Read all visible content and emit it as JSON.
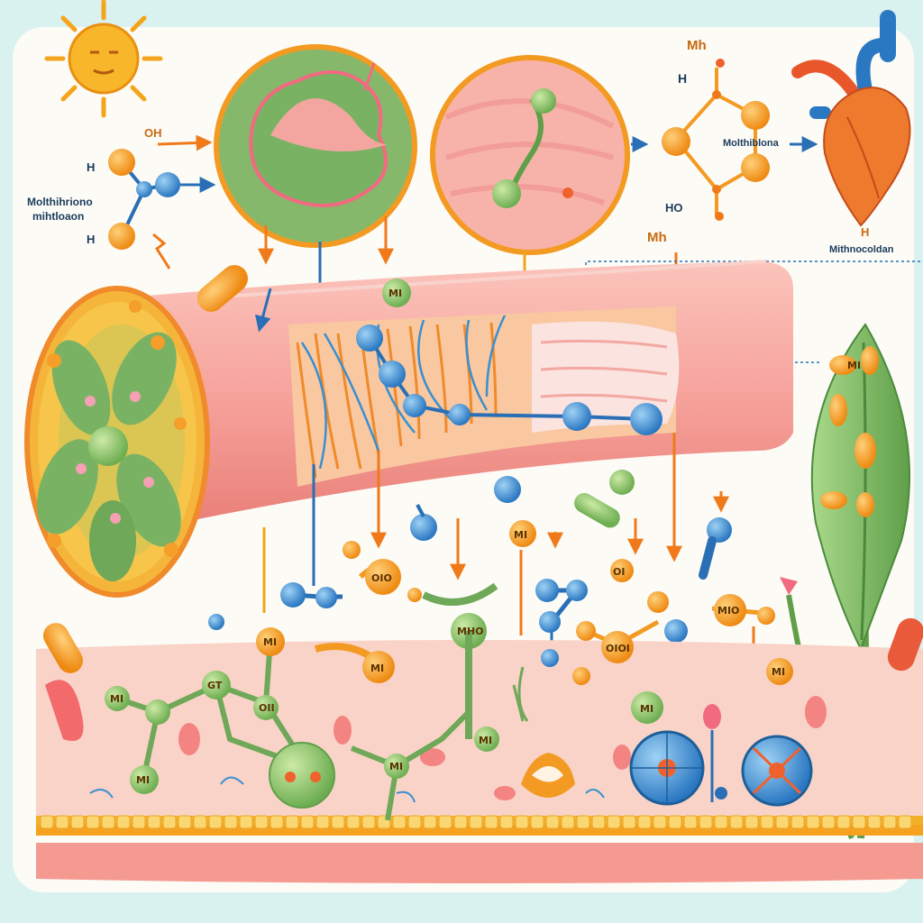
{
  "labels": {
    "top_left_name_line1": "Molthihriono",
    "top_left_name_line2": "mihtloaon",
    "top_left_oh": "OH",
    "top_left_h1": "H",
    "top_left_h2": "H",
    "ring_top": "Mh",
    "ring_h_top": "H",
    "ring_ho": "HO",
    "ring_bottom": "Mh",
    "ring_right_name": "Molthiblona",
    "heart_label_h": "H",
    "heart_label_name": "Mithnocoldan",
    "mol_1": "MI",
    "mol_2": "MI",
    "mol_3": "OI",
    "mol_4": "MI",
    "mol_5": "MI",
    "mol_6": "OII",
    "mol_7": "MI",
    "mol_8": "MHO",
    "mol_9": "MI",
    "mol_10": "OIO",
    "mol_11": "OIOI",
    "mol_12": "MIO",
    "mol_13": "MI",
    "mol_14": "MI",
    "mol_15": "MI",
    "mol_16": "MI",
    "mol_17": "MI",
    "mol_18": "GT"
  },
  "colors": {
    "background": "#d9f1ef",
    "panel": "#fdfbf6",
    "tissue_pink": "#f6a5a0",
    "tissue_light": "#f9d5cc",
    "molecule_orange": "#f39a22",
    "molecule_blue": "#3a8fd0",
    "molecule_green": "#8cc66e",
    "leaf_green": "#7fbf6a",
    "arrow_orange": "#f07a1a",
    "arrow_blue": "#2a6fb5",
    "cell_yellow": "#f2b52a"
  },
  "icons": [
    "sun-icon",
    "heart-icon",
    "leaf-icon"
  ]
}
